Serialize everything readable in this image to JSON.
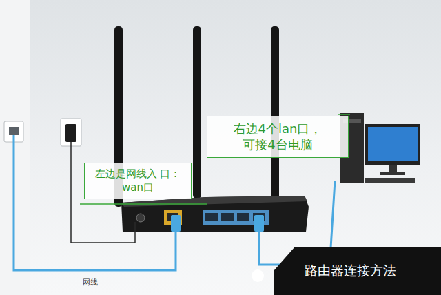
{
  "diagram": {
    "caption": "路由器连接方法",
    "nodes": [
      {
        "text": [
          "右边4个lan口， 可接4台电脑"
        ]
      },
      {
        "text": [
          "左边是网线入 口：wan口"
        ]
      }
    ],
    "labels": [
      "网线"
    ]
  }
}
